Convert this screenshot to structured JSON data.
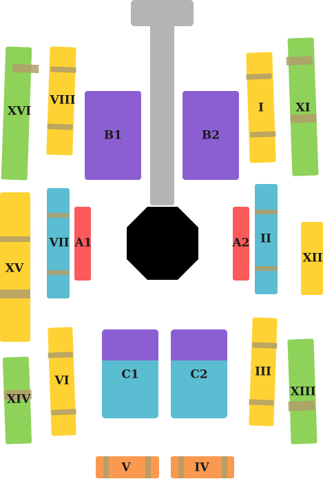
{
  "colors": {
    "green": "#8ed25a",
    "yellow": "#ffd233",
    "blue": "#5bbdd2",
    "red": "#fa5a5a",
    "purple": "#8b5fd2",
    "orange": "#f99a50",
    "gray": "#b4b4b4",
    "stage": "#000000",
    "stripe": "#b09f6a"
  },
  "sections": {
    "xvi": "XVI",
    "viii": "VIII",
    "b1": "B1",
    "b2": "B2",
    "i": "I",
    "xi": "XI",
    "xv": "XV",
    "vii": "VII",
    "a1": "A1",
    "a2": "A2",
    "ii": "II",
    "xii": "XII",
    "xiv": "XIV",
    "vi": "VI",
    "c1": "C1",
    "c2": "C2",
    "iii": "III",
    "xiii": "XIII",
    "v": "V",
    "iv": "IV"
  }
}
